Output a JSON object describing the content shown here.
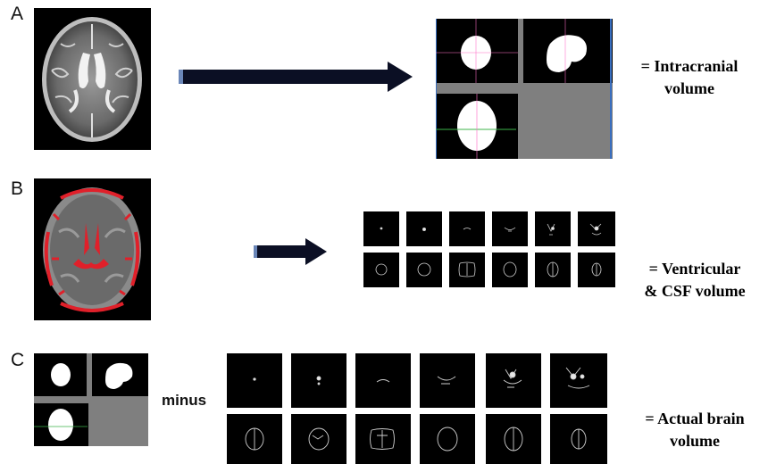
{
  "panels": [
    {
      "letter": "A",
      "result": [
        "= Intracranial",
        "volume"
      ]
    },
    {
      "letter": "B",
      "result": [
        "= Ventricular",
        "& CSF volume"
      ]
    },
    {
      "letter": "C",
      "result": [
        "= Actual brain",
        "volume"
      ],
      "operator": "minus"
    }
  ],
  "colors": {
    "overlay": "#e0202a",
    "arrow": "#0b0f24",
    "crosshair_pink": "#ff70c8",
    "crosshair_green": "#3cb34a",
    "view_gray": "#7f7f7f"
  },
  "icons": [
    "brain-mri-t2",
    "brain-mri-csf-overlay",
    "brain-mask-three-view",
    "slice-grid",
    "right-arrow"
  ]
}
